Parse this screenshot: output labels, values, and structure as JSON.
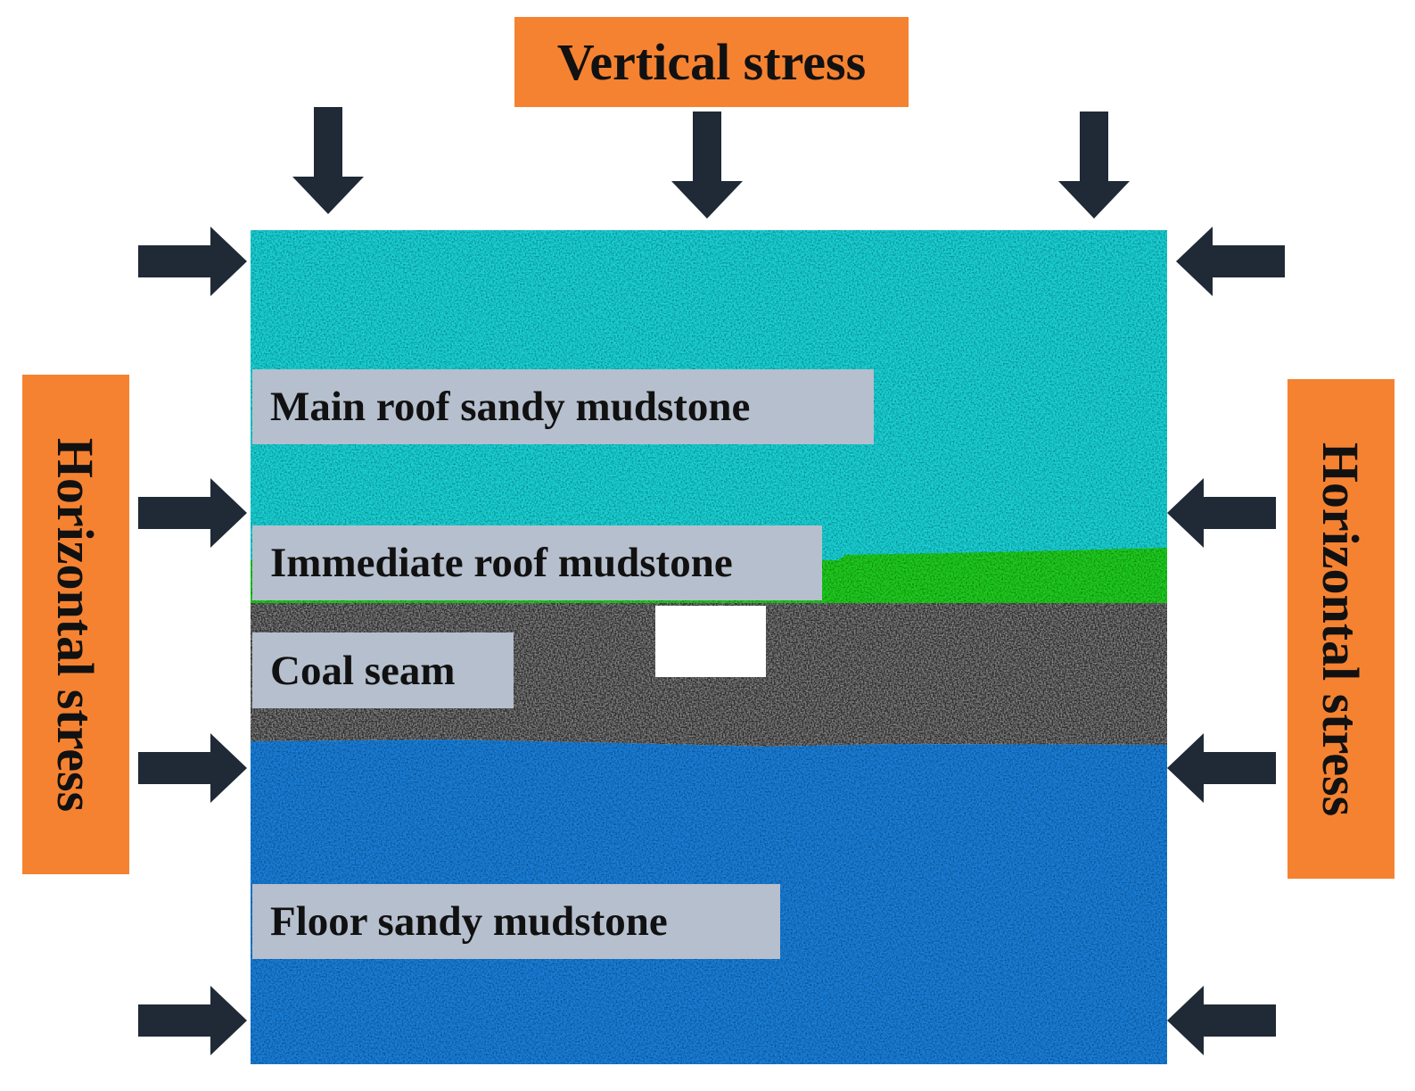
{
  "labels": {
    "vertical_stress": "Vertical stress",
    "horizontal_stress_left": "Horizontal stress",
    "horizontal_stress_right": "Horizontal stress"
  },
  "layers": [
    {
      "id": "main-roof",
      "label": "Main roof sandy mudstone",
      "color": "#1fd2d6"
    },
    {
      "id": "immediate-roof",
      "label": "Immediate roof mudstone",
      "color": "#22cc22"
    },
    {
      "id": "coal",
      "label": "Coal seam",
      "color": "#2e2e2e"
    },
    {
      "id": "floor",
      "label": "Floor sandy mudstone",
      "color": "#1a7fd9"
    }
  ],
  "colors": {
    "stress_box": "#f58231",
    "arrow": "#1f2a36",
    "label_box": "#b6bfcd",
    "roadway": "#ffffff"
  },
  "icons": {
    "vertical_arrows": "arrow-down-icon",
    "left_arrows": "arrow-right-icon",
    "right_arrows": "arrow-left-icon"
  }
}
